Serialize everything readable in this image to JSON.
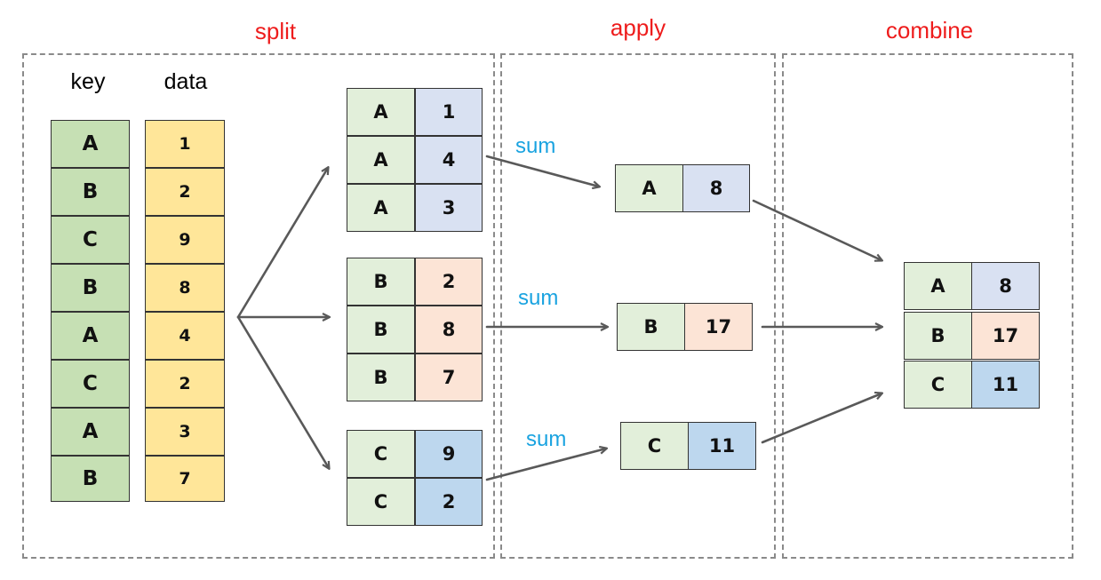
{
  "sections": {
    "split": "split",
    "apply": "apply",
    "combine": "combine"
  },
  "headers": {
    "key": "key",
    "data": "data"
  },
  "source_rows": [
    {
      "key": "A",
      "value": "1"
    },
    {
      "key": "B",
      "value": "2"
    },
    {
      "key": "C",
      "value": "9"
    },
    {
      "key": "B",
      "value": "8"
    },
    {
      "key": "A",
      "value": "4"
    },
    {
      "key": "C",
      "value": "2"
    },
    {
      "key": "A",
      "value": "3"
    },
    {
      "key": "B",
      "value": "7"
    }
  ],
  "groups": [
    {
      "key": "A",
      "rows": [
        [
          "A",
          "1"
        ],
        [
          "A",
          "4"
        ],
        [
          "A",
          "3"
        ]
      ]
    },
    {
      "key": "B",
      "rows": [
        [
          "B",
          "2"
        ],
        [
          "B",
          "8"
        ],
        [
          "B",
          "7"
        ]
      ]
    },
    {
      "key": "C",
      "rows": [
        [
          "C",
          "9"
        ],
        [
          "C",
          "2"
        ]
      ]
    }
  ],
  "operation": "sum",
  "applied": [
    [
      "A",
      "8"
    ],
    [
      "B",
      "17"
    ],
    [
      "C",
      "11"
    ]
  ],
  "combined": [
    [
      "A",
      "8"
    ],
    [
      "B",
      "17"
    ],
    [
      "C",
      "11"
    ]
  ],
  "colors": {
    "section_label": "#ee1c1c",
    "operation_label": "#1aa3e0",
    "key_column": "#c6e0b4",
    "data_column": "#ffe699",
    "group_key": "#e2efda",
    "value_A": "#d9e1f2",
    "value_B": "#fce4d6",
    "value_C": "#bdd7ee",
    "arrow": "#595959"
  }
}
